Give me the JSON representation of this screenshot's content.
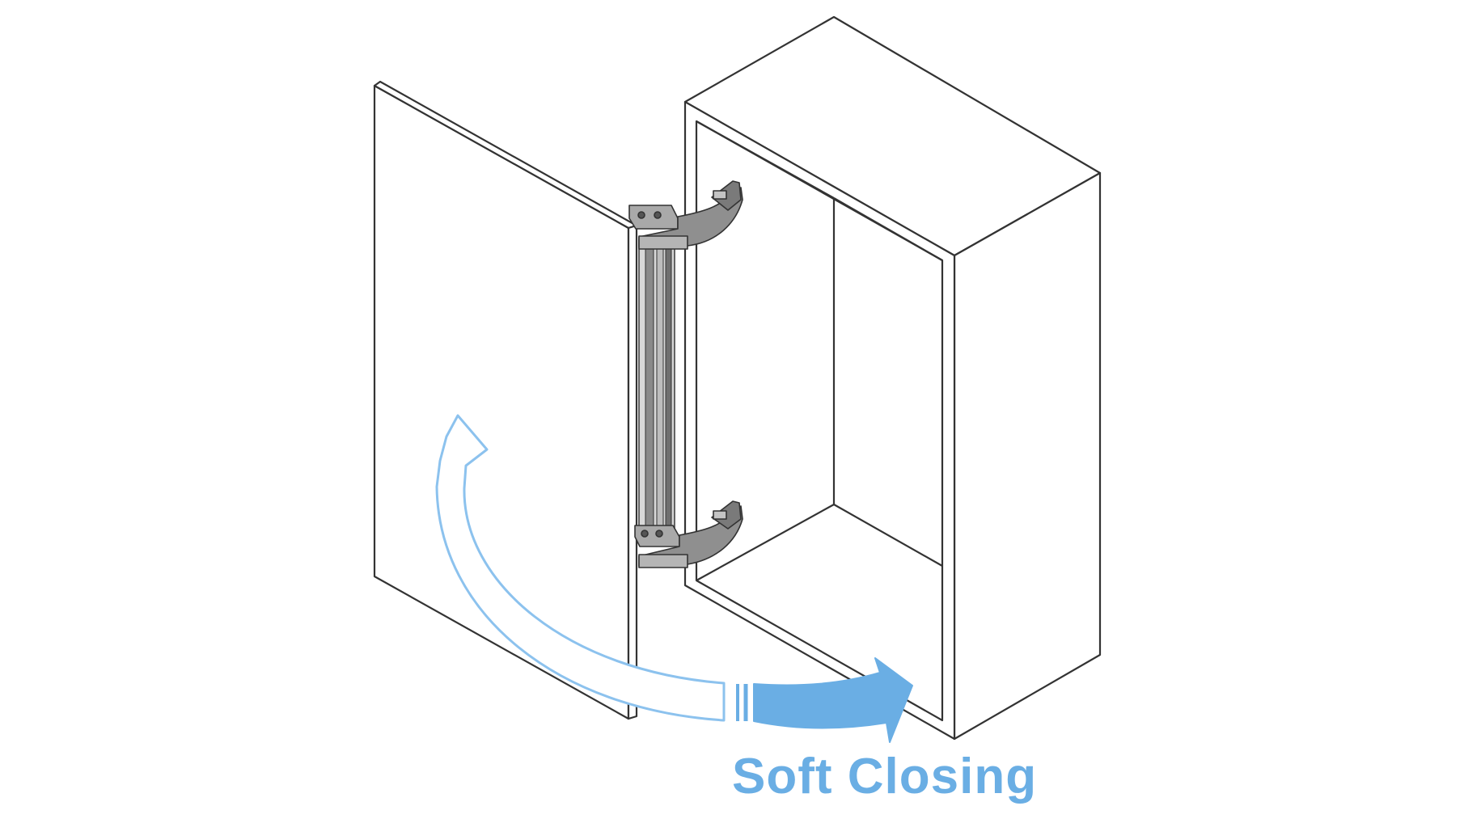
{
  "caption": {
    "text": "Soft Closing"
  },
  "colors": {
    "accent": "#6aaee4",
    "accent_outline": "#8cc2ee",
    "line": "#333333",
    "metal": "#9a9a9a",
    "metal_dark": "#555555",
    "background": "#ffffff"
  },
  "icons": {
    "cabinet": "cabinet-box",
    "door": "cabinet-door",
    "hinges": "soft-close-hinge",
    "damper": "hinge-damper-rail",
    "motion": "curved-closing-arrow"
  }
}
